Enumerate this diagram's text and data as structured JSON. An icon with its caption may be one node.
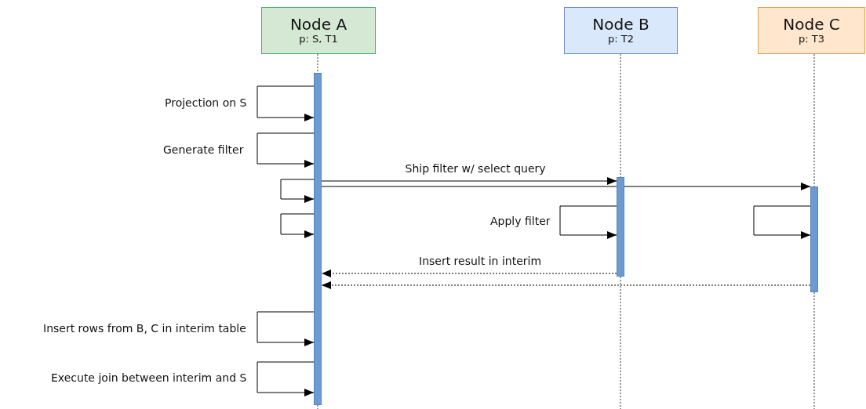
{
  "diagram": {
    "nodes": [
      {
        "text": [
          "Node A",
          "p: S, T1"
        ]
      },
      {
        "text": [
          "Node B",
          "p: T2"
        ]
      },
      {
        "text": [
          "Node C",
          "p: T3"
        ]
      },
      {
        "text": [],
        "shape": "bar"
      },
      {
        "text": [],
        "shape": "bar"
      },
      {
        "text": [],
        "shape": "bar"
      }
    ],
    "edges": [
      {
        "from": 0,
        "to": 3,
        "arrow": "none",
        "style": "dashed"
      },
      {
        "from": 1,
        "to": 4,
        "arrow": "none",
        "style": "dashed"
      },
      {
        "from": 2,
        "to": 5,
        "arrow": "none",
        "style": "dashed"
      },
      {
        "from": 3,
        "to": 3,
        "arrow": "to",
        "label": "Projection on S"
      },
      {
        "from": 3,
        "to": 3,
        "arrow": "to",
        "label": "Generate filter"
      },
      {
        "from": 3,
        "to": 4,
        "arrow": "to",
        "label": "Ship filter w/ select query"
      },
      {
        "from": 3,
        "to": 5,
        "arrow": "to"
      },
      {
        "from": 3,
        "to": 3,
        "arrow": "to"
      },
      {
        "from": 3,
        "to": 3,
        "arrow": "to"
      },
      {
        "from": 4,
        "to": 4,
        "arrow": "to",
        "label": "Apply filter"
      },
      {
        "from": 5,
        "to": 5,
        "arrow": "to"
      },
      {
        "from": 4,
        "to": 3,
        "arrow": "to",
        "label": "Insert result in interim",
        "style": "dashed"
      },
      {
        "from": 5,
        "to": 3,
        "arrow": "to",
        "style": "dashed"
      },
      {
        "from": 3,
        "to": 3,
        "arrow": "to",
        "label": "Insert rows from B, C in interim table"
      },
      {
        "from": 3,
        "to": 3,
        "arrow": "to",
        "label": "Execute join between interim and S"
      }
    ]
  }
}
